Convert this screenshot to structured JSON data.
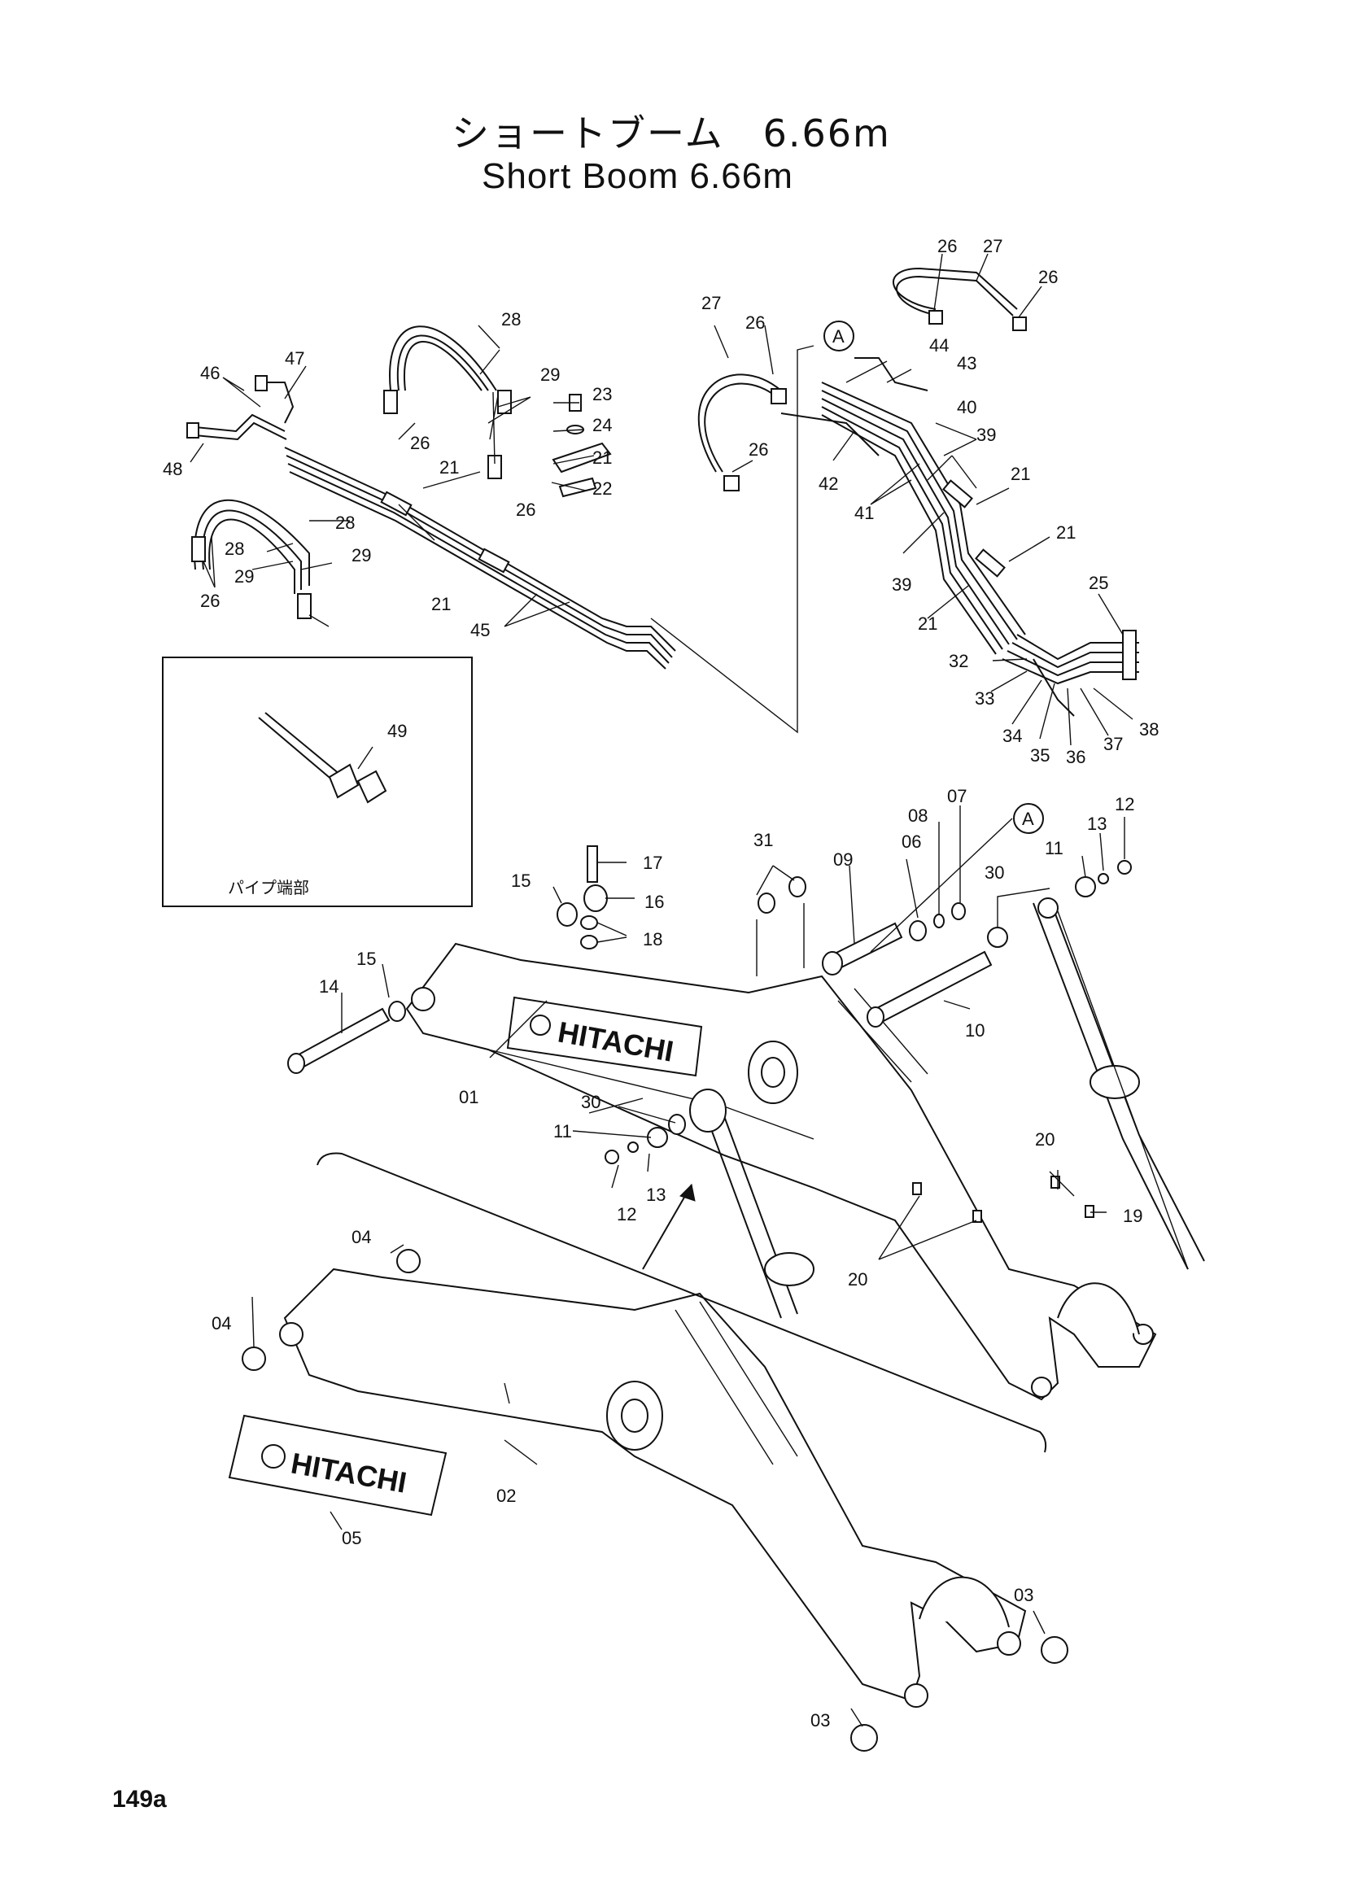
{
  "title": {
    "jp": "ショートブーム　6.66m",
    "en": "Short  Boom 6.66m"
  },
  "page_number": "149a",
  "inset_label": "パイプ端部",
  "brand_plate_text": "HITACHI",
  "callout_letter": "A",
  "labels": {
    "p01": "01",
    "p02": "02",
    "p03a": "03",
    "p03b": "03",
    "p04a": "04",
    "p04b": "04",
    "p05": "05",
    "p06": "06",
    "p07": "07",
    "p08": "08",
    "p09": "09",
    "p10": "10",
    "p11a": "11",
    "p11b": "11",
    "p12a": "12",
    "p12b": "12",
    "p13a": "13",
    "p13b": "13",
    "p14": "14",
    "p15a": "15",
    "p15b": "15",
    "p16": "16",
    "p17": "17",
    "p18": "18",
    "p19": "19",
    "p20a": "20",
    "p20b": "20",
    "p21a": "21",
    "p21b": "21",
    "p21c": "21",
    "p21d": "21",
    "p21e": "21",
    "p21f": "21",
    "p22": "22",
    "p23": "23",
    "p24": "24",
    "p25": "25",
    "p26a": "26",
    "p26b": "26",
    "p26c": "26",
    "p26d": "26",
    "p26e": "26",
    "p26f": "26",
    "p26g": "26",
    "p27a": "27",
    "p27b": "27",
    "p28a": "28",
    "p28b": "28",
    "p28c": "28",
    "p29a": "29",
    "p29b": "29",
    "p29c": "29",
    "p30a": "30",
    "p30b": "30",
    "p31": "31",
    "p32": "32",
    "p33": "33",
    "p34": "34",
    "p35": "35",
    "p36": "36",
    "p37": "37",
    "p38": "38",
    "p39a": "39",
    "p39b": "39",
    "p40": "40",
    "p41": "41",
    "p42": "42",
    "p43": "43",
    "p44": "44",
    "p45": "45",
    "p46": "46",
    "p47": "47",
    "p48": "48",
    "p49": "49"
  }
}
